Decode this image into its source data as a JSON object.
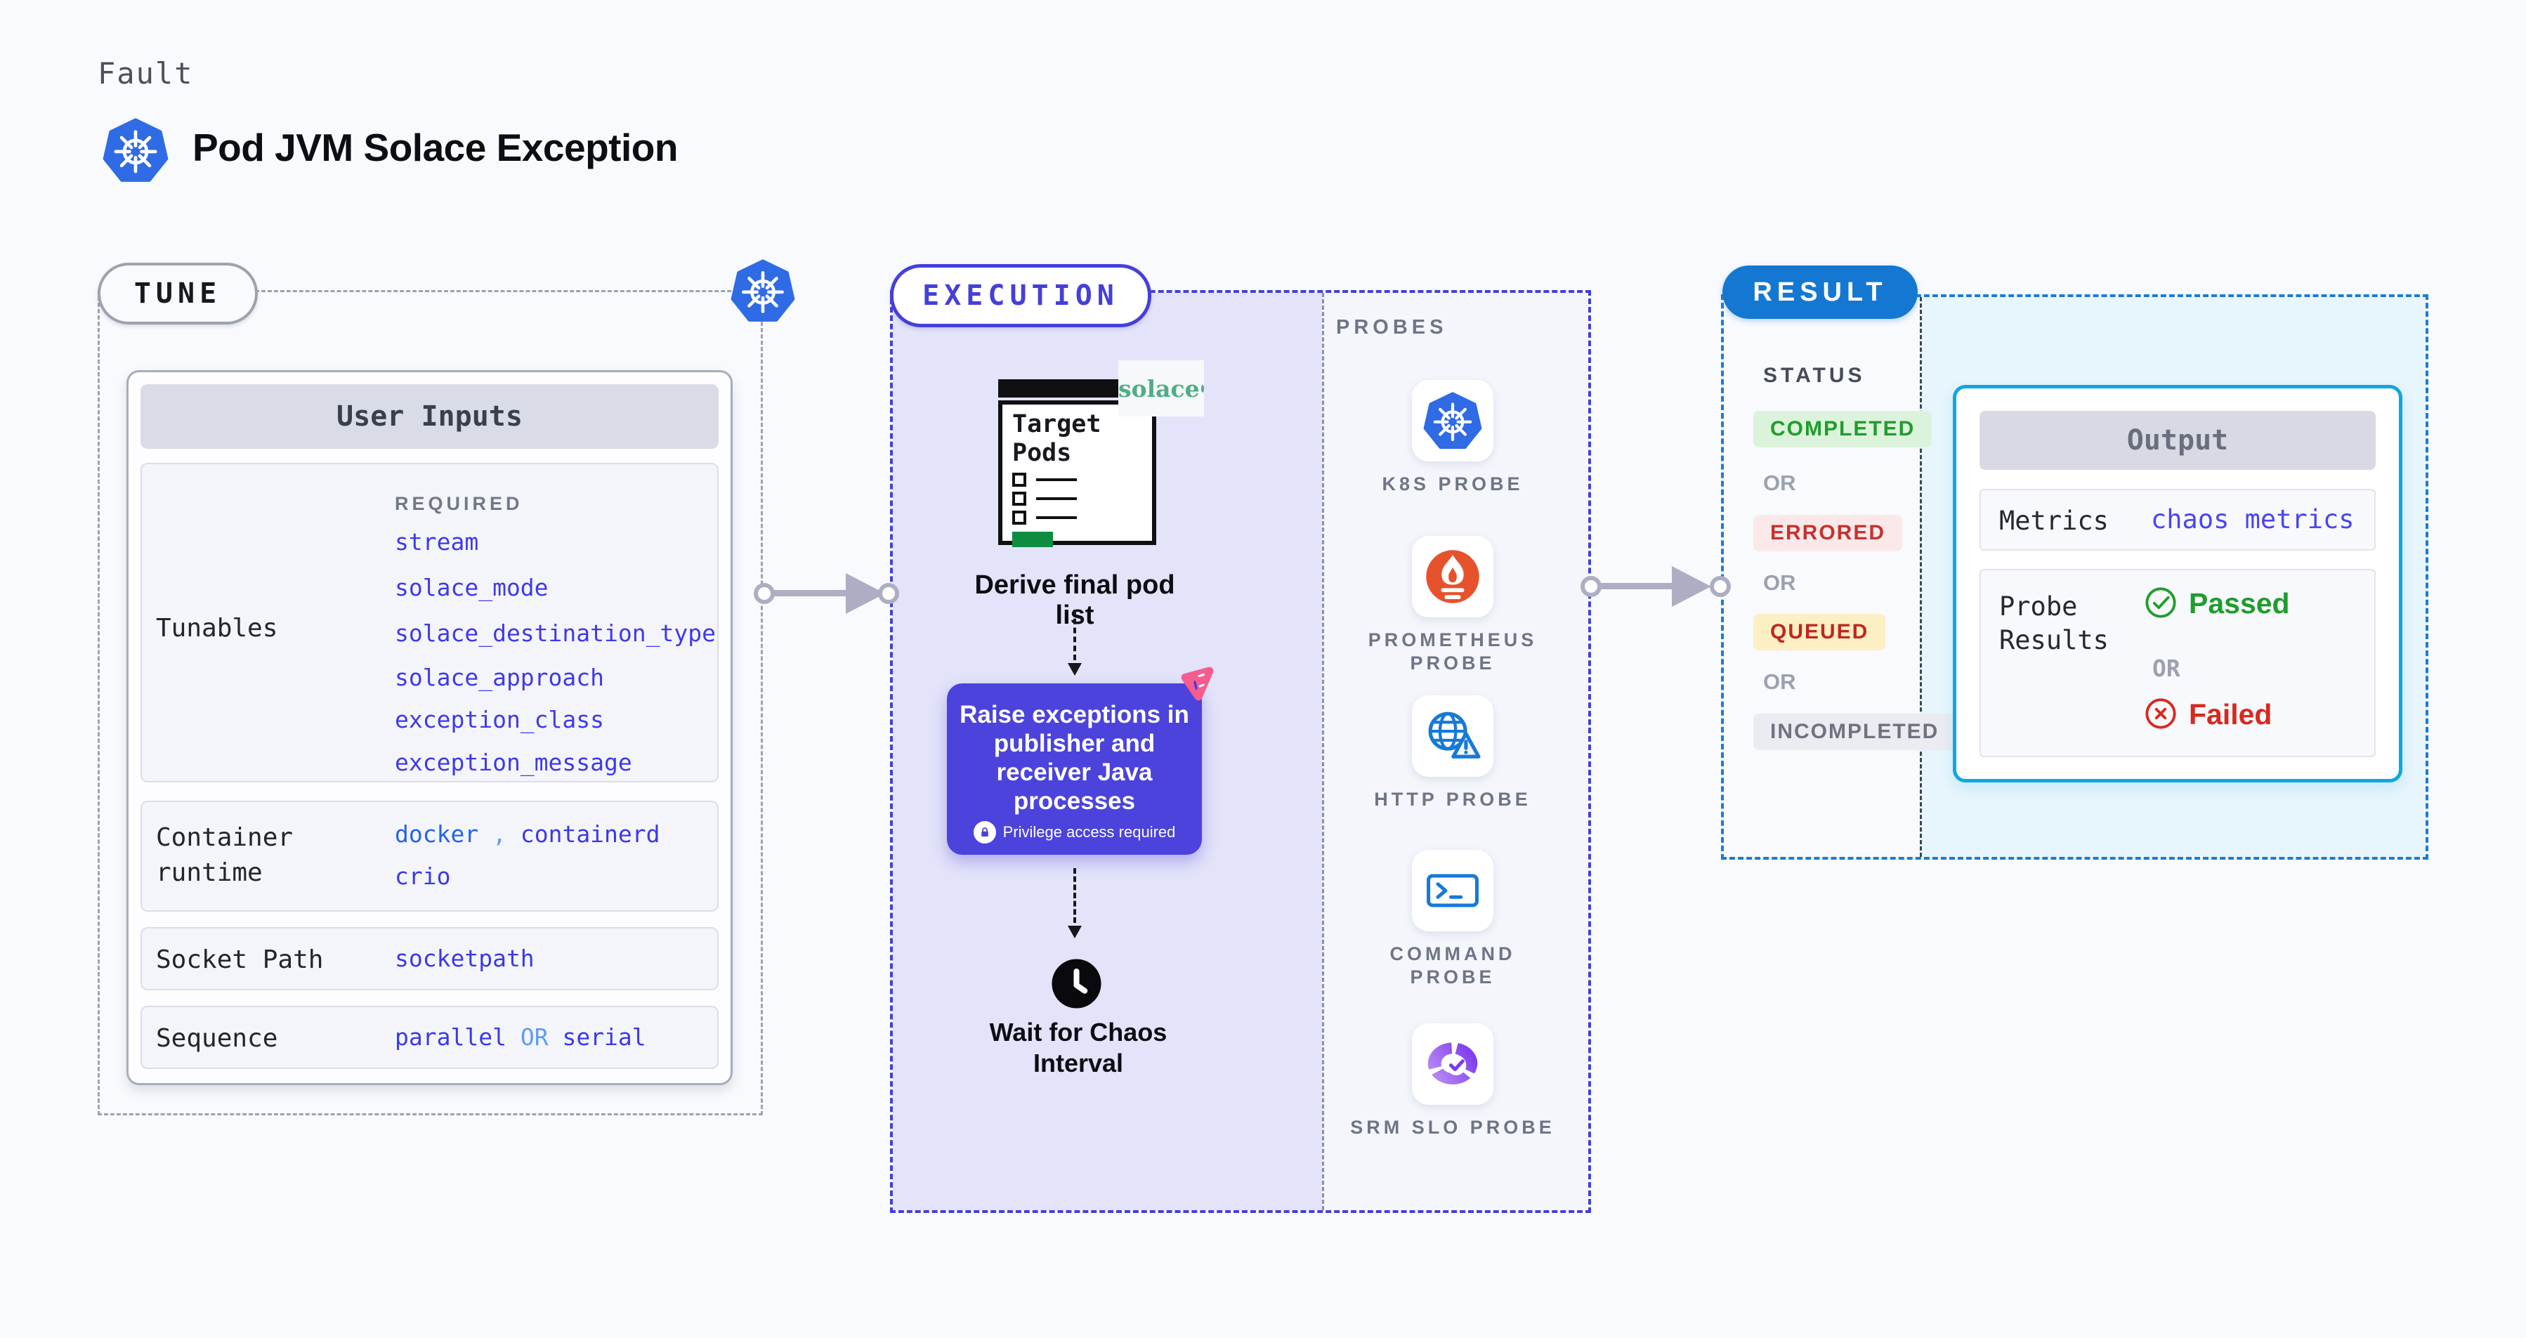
{
  "header": {
    "category_label": "Fault",
    "title": "Pod JVM Solace Exception",
    "icon": "kubernetes-icon"
  },
  "tune": {
    "badge": "TUNE",
    "corner_icon": "kubernetes-icon",
    "card_title": "User Inputs",
    "required_label": "REQUIRED",
    "tunables_label": "Tunables",
    "tunables": [
      "stream",
      "solace_mode",
      "solace_destination_type",
      "solace_approach",
      "exception_class",
      "exception_message"
    ],
    "container_runtime": {
      "label": "Container runtime",
      "values": [
        "docker",
        "containerd",
        "crio"
      ],
      "separator": ","
    },
    "socket_path": {
      "label": "Socket Path",
      "value": "socketpath"
    },
    "sequence": {
      "label": "Sequence",
      "value_a": "parallel",
      "or": "OR",
      "value_b": "serial"
    }
  },
  "execution": {
    "badge": "EXECUTION",
    "target_window_title": "Target Pods",
    "solace_logo_text": "solace",
    "derive_label": "Derive final pod list",
    "action_text": "Raise exceptions in publisher and receiver Java processes",
    "privilege_note": "Privilege access required",
    "wait_label": "Wait for Chaos Interval"
  },
  "probes": {
    "title": "PROBES",
    "items": [
      {
        "label": "K8S PROBE",
        "icon": "kubernetes-icon"
      },
      {
        "label": "PROMETHEUS PROBE",
        "icon": "prometheus-icon"
      },
      {
        "label": "HTTP PROBE",
        "icon": "http-globe-warning-icon"
      },
      {
        "label": "COMMAND PROBE",
        "icon": "terminal-icon"
      },
      {
        "label": "SRM SLO PROBE",
        "icon": "srm-slo-donut-icon"
      }
    ]
  },
  "result": {
    "badge": "RESULT",
    "status_label": "STATUS",
    "or_label": "OR",
    "statuses": [
      {
        "label": "COMPLETED",
        "text_color": "#1F9D2D",
        "bg_color": "#DCF3DB"
      },
      {
        "label": "ERRORED",
        "text_color": "#C43330",
        "bg_color": "#FBE9E9"
      },
      {
        "label": "QUEUED",
        "text_color": "#BF271E",
        "bg_color": "#FCEFC4"
      },
      {
        "label": "INCOMPLETED",
        "text_color": "#6E7381",
        "bg_color": "#EBECF1"
      }
    ],
    "output": {
      "title": "Output",
      "metrics_label": "Metrics",
      "metrics_value": "chaos metrics",
      "probe_results_label": "Probe Results",
      "passed_label": "Passed",
      "or_label": "OR",
      "failed_label": "Failed"
    }
  },
  "colors": {
    "page_bg": "#F8FAFD",
    "kubernetes_blue": "#2F6BE4",
    "execution_indigo": "#453FD9",
    "execution_fill": "#E3E3F9",
    "action_purple": "#4B43DC",
    "pink_accent": "#F75C8E",
    "result_blue": "#1478D2",
    "output_cyan_border": "#0FA7DF",
    "result_fill": "#E7F5FC",
    "value_indigo": "#3C38E6",
    "value_blue": "#2463E8",
    "passed_green": "#1F9D2D",
    "failed_red": "#D7291F",
    "prometheus_orange": "#E6522C",
    "solace_green": "#4FAE85",
    "arrow_gray": "#ADAEC4"
  }
}
